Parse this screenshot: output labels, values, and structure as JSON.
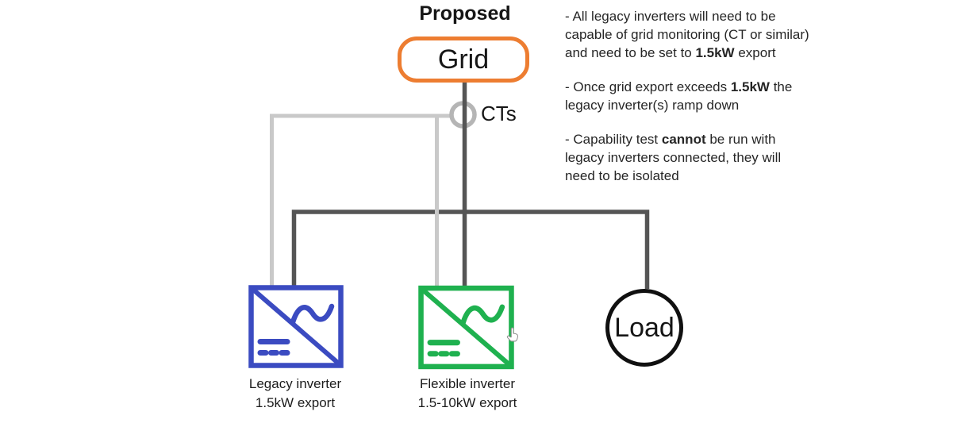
{
  "title": "Proposed",
  "colors": {
    "orange": "#ED7D31",
    "blue": "#3B4BC1",
    "green": "#1FB14F",
    "wire-dark": "#555555",
    "wire-light": "#C9C9C9",
    "ring-gray": "#B5B5B5"
  },
  "diagram": {
    "grid_label": "Grid",
    "ct_label": "CTs",
    "load_label": "Load",
    "legacy_inverter": {
      "caption_line1": "Legacy inverter",
      "caption_line2": "1.5kW export"
    },
    "flexible_inverter": {
      "caption_line1": "Flexible inverter",
      "caption_line2": "1.5-10kW export"
    }
  },
  "icons": {
    "ct_ring": "ct-clamp-ring",
    "inverter_symbol": "ac-dc-inverter-square",
    "cursor": "hand-pointer-cursor"
  },
  "notes": {
    "bullet1": {
      "pre": "- All legacy inverters will need to be capable of grid monitoring (CT or similar) and need to be set to ",
      "bold": "1.5kW",
      "post": " export"
    },
    "bullet2": {
      "pre": "- Once grid export exceeds ",
      "bold": "1.5kW",
      "post": " the legacy inverter(s) ramp down"
    },
    "bullet3": {
      "pre": "- Capability test ",
      "bold": "cannot",
      "post": " be run with legacy inverters connected, they will need to be isolated"
    }
  }
}
